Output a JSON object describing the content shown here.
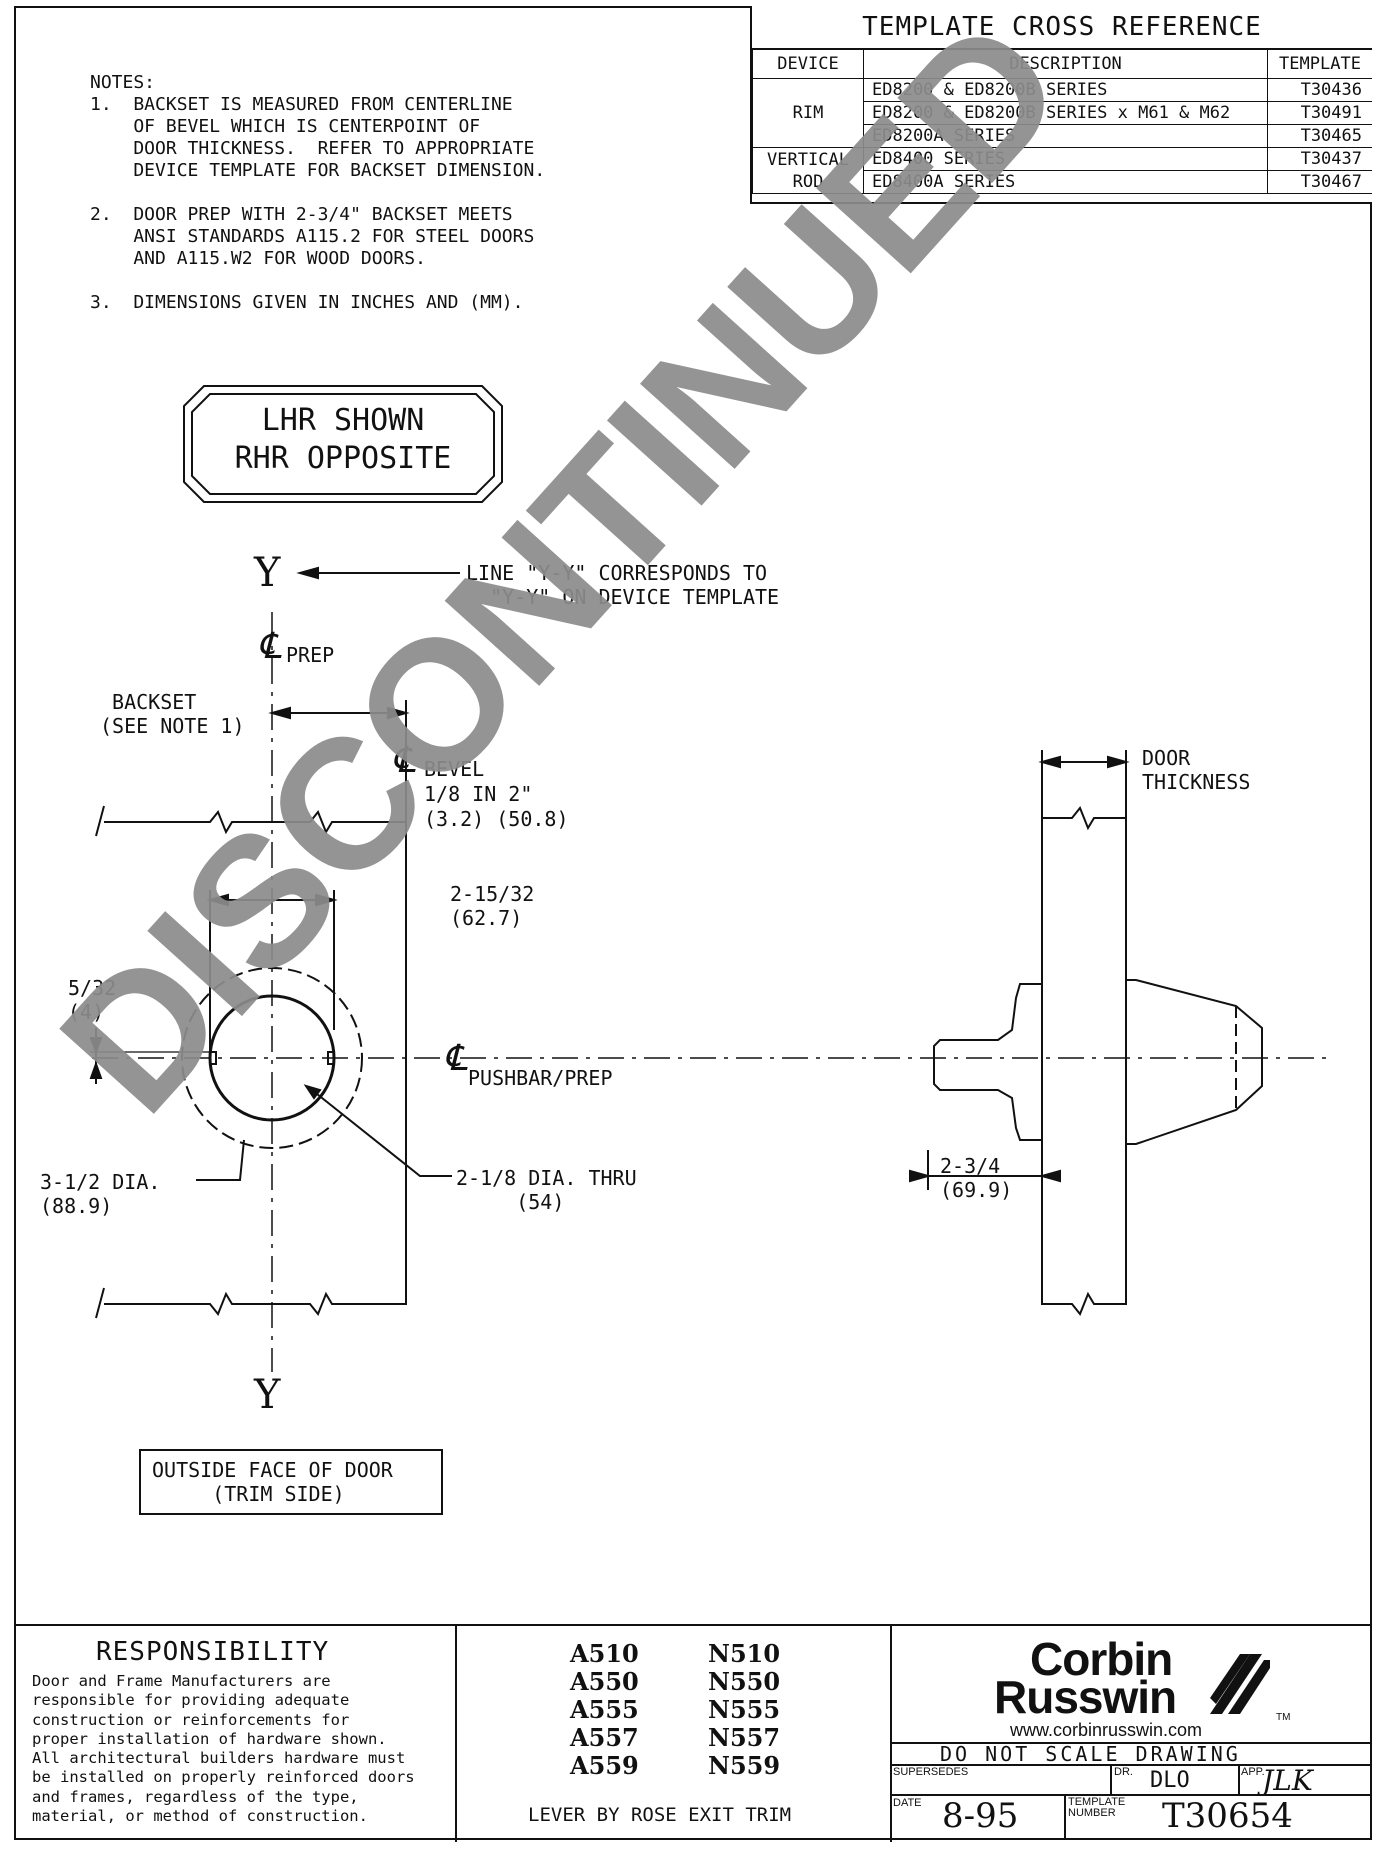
{
  "cross_reference": {
    "title": "TEMPLATE CROSS REFERENCE",
    "headers": [
      "DEVICE",
      "DESCRIPTION",
      "TEMPLATE"
    ],
    "rim_label": "RIM",
    "vertical_rod_label_1": "VERTICAL",
    "vertical_rod_label_2": "ROD",
    "rows": [
      {
        "description": "ED8200 & ED8200B SERIES",
        "template": "T30436"
      },
      {
        "description": "ED8200 & ED8200B SERIES x M61 & M62",
        "template": "T30491"
      },
      {
        "description": "ED8200A SERIES",
        "template": "T30465"
      },
      {
        "description": "ED8400 SERIES",
        "template": "T30437"
      },
      {
        "description": "ED8400A SERIES",
        "template": "T30467"
      }
    ]
  },
  "notes": {
    "text": "NOTES:\n1.  BACKSET IS MEASURED FROM CENTERLINE\n    OF BEVEL WHICH IS CENTERPOINT OF\n    DOOR THICKNESS.  REFER TO APPROPRIATE\n    DEVICE TEMPLATE FOR BACKSET DIMENSION.\n\n2.  DOOR PREP WITH 2-3/4\" BACKSET MEETS\n    ANSI STANDARDS A115.2 FOR STEEL DOORS\n    AND A115.W2 FOR WOOD DOORS.\n\n3.  DIMENSIONS GIVEN IN INCHES AND (MM)."
  },
  "hand_box": {
    "line1": "LHR SHOWN",
    "line2": "RHR OPPOSITE"
  },
  "drawing": {
    "y_top": "Y",
    "y_bottom": "Y",
    "line_yy": "LINE \"Y-Y\" CORRESPONDS TO\n  \"Y-Y\" ON DEVICE TEMPLATE",
    "cl_symbol": "℄",
    "cl_prep": "PREP",
    "backset": " BACKSET\n(SEE NOTE 1)",
    "cl_bevel": "BEVEL\n1/8 IN 2\"\n(3.2) (50.8)",
    "dim_2_15_32": "2-15/32\n(62.7)",
    "dim_5_32": "5/32\n(4)",
    "cl_pushbar": "PUSHBAR/PREP",
    "dim_3_1_2": "3-1/2 DIA.\n(88.9)",
    "dim_2_1_8": "2-1/8 DIA. THRU\n     (54)",
    "door_thickness": "DOOR\nTHICKNESS",
    "dim_2_3_4": "2-3/4\n(69.9)",
    "outside_face": "OUTSIDE FACE OF DOOR\n     (TRIM SIDE)"
  },
  "watermark": "DISCONTINUED",
  "responsibility": {
    "title": "RESPONSIBILITY",
    "text": "Door and Frame Manufacturers are\nresponsible for providing adequate\nconstruction or reinforcements for\nproper installation of hardware shown.\nAll architectural builders hardware must\nbe installed on properly reinforced doors\nand frames, regardless of the type,\nmaterial, or method of construction."
  },
  "models": {
    "col_a": [
      "A510",
      "A550",
      "A555",
      "A557",
      "A559"
    ],
    "col_n": [
      "N510",
      "N550",
      "N555",
      "N557",
      "N559"
    ],
    "caption": "LEVER BY ROSE EXIT TRIM"
  },
  "title_block": {
    "logo_line1": "Corbin",
    "logo_line2": "Russwin",
    "tm": "TM",
    "url": "www.corbinrusswin.com",
    "do_not_scale": "DO NOT SCALE DRAWING",
    "supersedes_label": "SUPERSEDES",
    "dr_label": "DR.",
    "dr_value": "DLO",
    "app_label": "APP.",
    "app_value": "JLK",
    "date_label": "DATE",
    "date_value": "8-95",
    "template_label_1": "TEMPLATE",
    "template_label_2": "NUMBER",
    "template_number": "T30654"
  }
}
